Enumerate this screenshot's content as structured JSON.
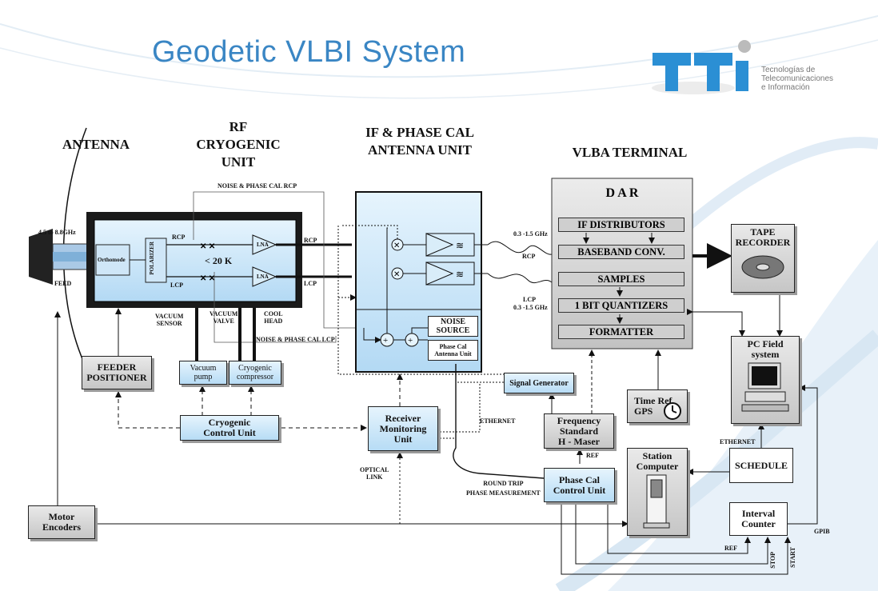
{
  "title": "Geodetic VLBI System",
  "logo": {
    "mark": "TTi",
    "line1": "Tecnologías de",
    "line2": "Telecomunicaciones",
    "line3": "e Información"
  },
  "sections": {
    "antenna": "ANTENNA",
    "rf_line1": "RF",
    "rf_line2": "CRYOGENIC",
    "rf_line3": "UNIT",
    "if_line1": "IF & PHASE CAL",
    "if_line2": "ANTENNA UNIT",
    "vlba": "VLBA TERMINAL"
  },
  "antenna": {
    "freq": "4.5 to 8.8GHz",
    "feed": "FEED"
  },
  "rf": {
    "orthomode": "Orthomode",
    "polarizer": "POLARIZER",
    "temp": "< 20 K",
    "rcp": "RCP",
    "lcp": "LCP",
    "lna": "LNA",
    "noise_rcp": "NOISE & PHASE CAL RCP",
    "noise_lcp": "NOISE & PHASE CAL LCP",
    "vacuum_sensor_1": "VACUUM",
    "vacuum_sensor_2": "SENSOR",
    "vacuum_valve_1": "VACUUM",
    "vacuum_valve_2": "VALVE",
    "cool_head_1": "COOL",
    "cool_head_2": "HEAD",
    "out_rcp": "RCP",
    "out_lcp": "LCP"
  },
  "ifunit": {
    "noise_source_1": "NOISE",
    "noise_source_2": "SOURCE",
    "phase_cal_1": "Phase Cal",
    "phase_cal_2": "Antenna Unit"
  },
  "links": {
    "band1": "0.3 -1.5 GHz",
    "rcp": "RCP",
    "lcp": "LCP",
    "band2": "0.3 -1.5 GHz",
    "ethernet1": "ETHERNET",
    "ethernet2": "ETHERNET",
    "optical_1": "OPTICAL",
    "optical_2": "LINK",
    "round_trip_1": "ROUND TRIP",
    "round_trip_2": "PHASE MEASUREMENT",
    "ref1": "REF",
    "ref2": "REF",
    "stop": "STOP",
    "start": "START",
    "gpib": "GPIB"
  },
  "dar": {
    "title": "D A R",
    "rows": [
      "IF DISTRIBUTORS",
      "BASEBAND CONV.",
      "SAMPLES",
      "1 BIT QUANTIZERS",
      "FORMATTER"
    ]
  },
  "boxes": {
    "tape_1": "TAPE",
    "tape_2": "RECORDER",
    "pc_1": "PC Field",
    "pc_2": "system",
    "feeder_1": "FEEDER",
    "feeder_2": "POSITIONER",
    "vacuum_1": "Vacuum",
    "vacuum_2": "pump",
    "cryocomp_1": "Cryogenic",
    "cryocomp_2": "compressor",
    "cryocu_1": "Cryogenic",
    "cryocu_2": "Control Unit",
    "rmu_1": "Receiver",
    "rmu_2": "Monitoring",
    "rmu_3": "Unit",
    "siggen": "Signal Generator",
    "freq_1": "Frequency",
    "freq_2": "Standard",
    "freq_3": "H - Maser",
    "timeref_1": "Time Ref.",
    "timeref_2": "GPS",
    "phasecal_1": "Phase Cal",
    "phasecal_2": "Control Unit",
    "station_1": "Station",
    "station_2": "Computer",
    "schedule": "SCHEDULE",
    "interval_1": "Interval",
    "interval_2": "Counter",
    "motor_1": "Motor",
    "motor_2": "Encoders"
  }
}
